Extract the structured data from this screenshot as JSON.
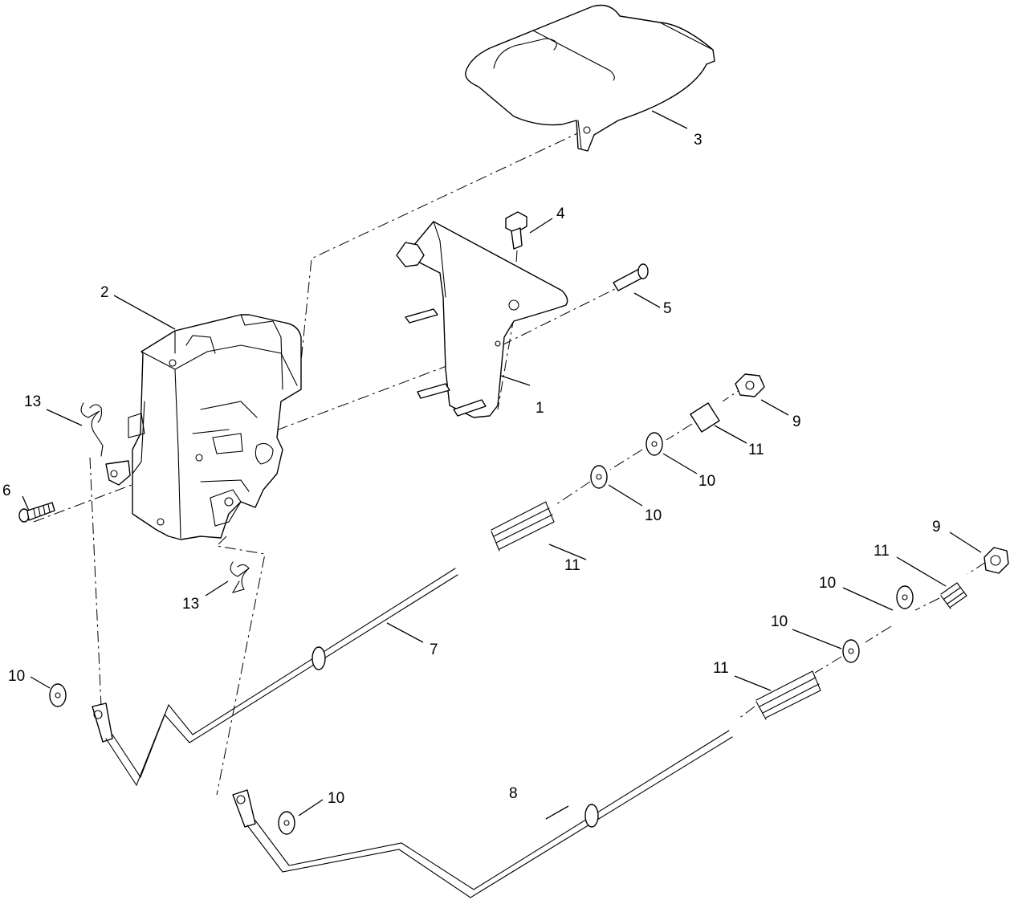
{
  "callouts": {
    "c1": "1",
    "c2": "2",
    "c3": "3",
    "c4": "4",
    "c5": "5",
    "c6": "6",
    "c7": "7",
    "c8": "8",
    "c9a": "9",
    "c9b": "9",
    "c10a": "10",
    "c10b": "10",
    "c10c": "10",
    "c10d": "10",
    "c10e": "10",
    "c10f": "10",
    "c11a": "11",
    "c11b": "11",
    "c11c": "11",
    "c11d": "11",
    "c13a": "13",
    "c13b": "13"
  }
}
